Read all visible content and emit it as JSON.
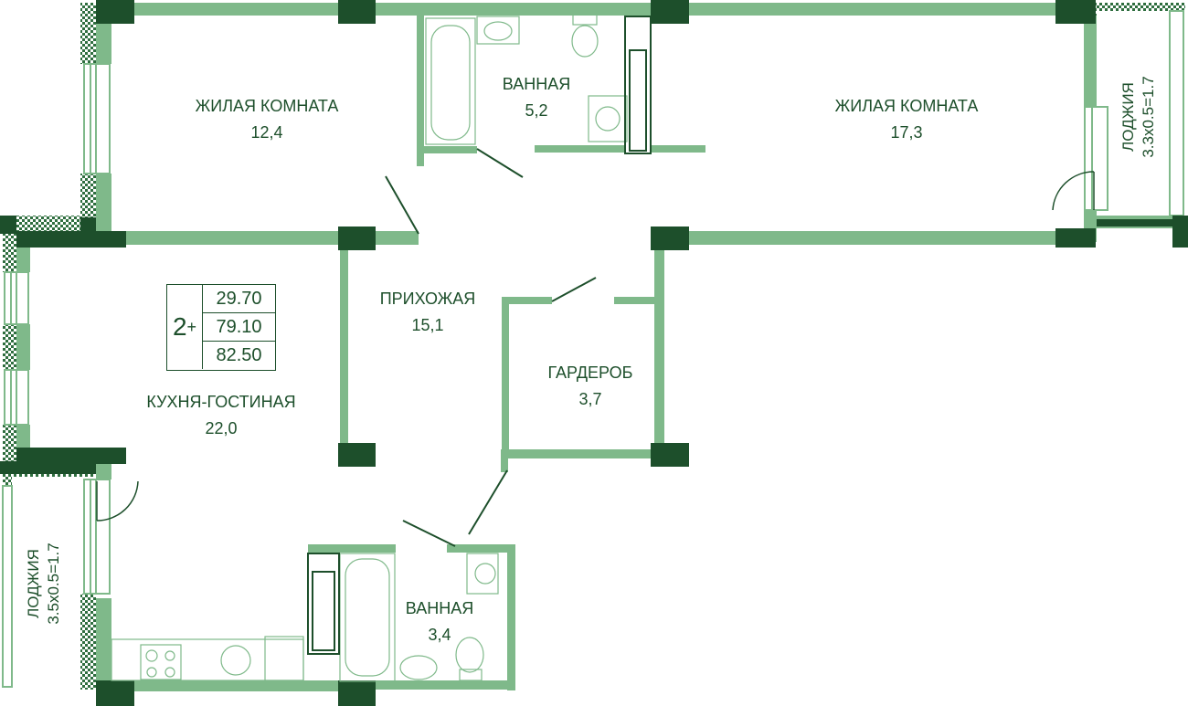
{
  "apartment": {
    "rooms": "2",
    "rooms_suffix": "+",
    "areas": [
      "29.70",
      "79.10",
      "82.50"
    ]
  },
  "rooms": {
    "living_room_1": {
      "name": "ЖИЛАЯ КОМНАТА",
      "area": "12,4"
    },
    "bathroom_1": {
      "name": "ВАННАЯ",
      "area": "5,2"
    },
    "living_room_2": {
      "name": "ЖИЛАЯ КОМНАТА",
      "area": "17,3"
    },
    "hallway": {
      "name": "ПРИХОЖАЯ",
      "area": "15,1"
    },
    "wardrobe": {
      "name": "ГАРДЕРОБ",
      "area": "3,7"
    },
    "kitchen_living": {
      "name": "КУХНЯ-ГОСТИНАЯ",
      "area": "22,0"
    },
    "bathroom_2": {
      "name": "ВАННАЯ",
      "area": "3,4"
    },
    "loggia_1": {
      "name": "ЛОДЖИЯ",
      "area": "3.3x0.5=1.7"
    },
    "loggia_2": {
      "name": "ЛОДЖИЯ",
      "area": "3.5x0.5=1.7"
    }
  },
  "colors": {
    "wall": "#7fb98a",
    "column": "#1d4f2b",
    "text": "#1d4f2b"
  }
}
